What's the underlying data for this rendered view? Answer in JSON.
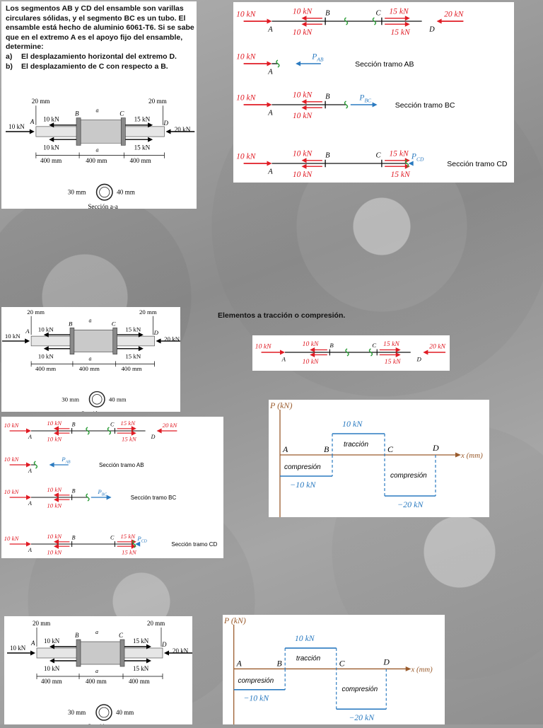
{
  "problem": {
    "statement": "Los segmentos AB y CD del ensamble son varillas circulares sólidas, y el segmento BC es un tubo. El ensamble está hecho de aluminio 6061-T6.  Si se sabe que en el extremo A es el apoyo fijo del ensamble, determine:",
    "items": [
      {
        "marker": "a)",
        "text": "El desplazamiento horizontal del extremo D."
      },
      {
        "marker": "b)",
        "text": "El desplazamiento de C con respecto a B."
      }
    ]
  },
  "heading": "Elementos a tracción o compresión.",
  "assembly": {
    "dim_left": "20 mm",
    "dim_right": "20 mm",
    "force_A": "10 kN",
    "force_B": "10 kN",
    "force_C": "15 kN",
    "force_D": "20 kN",
    "force_B_low": "10 kN",
    "force_C_low": "15 kN",
    "len_AB": "400 mm",
    "len_BC": "400 mm",
    "len_CD": "400 mm",
    "label_A": "A",
    "label_B": "B",
    "label_C": "C",
    "label_D": "D",
    "label_a": "a",
    "inner_d": "30 mm",
    "outer_d": "40 mm",
    "section_label": "Sección a-a"
  },
  "fbd": {
    "f10": "10 kN",
    "f15": "15 kN",
    "f20": "20 kN",
    "p_ab": "P_AB",
    "p_bc": "P_BC",
    "p_cd": "P_CD",
    "sec_ab": "Sección tramo AB",
    "sec_bc": "Sección tramo BC",
    "sec_cd": "Sección tramo CD",
    "A": "A",
    "B": "B",
    "C": "C",
    "D": "D"
  },
  "diagram": {
    "p_axis": "P (kN)",
    "x_axis": "x (mm)",
    "pos_label": "10 kN",
    "neg1_label": "−10 kN",
    "neg2_label": "−20 kN",
    "traccion": "tracción",
    "compresion": "compresión",
    "A": "A",
    "B": "B",
    "C": "C",
    "D": "D"
  },
  "colors": {
    "red": "#e01b24",
    "blue": "#2a7ac0",
    "green": "#2e9e3a",
    "brown": "#9a5b2c"
  }
}
